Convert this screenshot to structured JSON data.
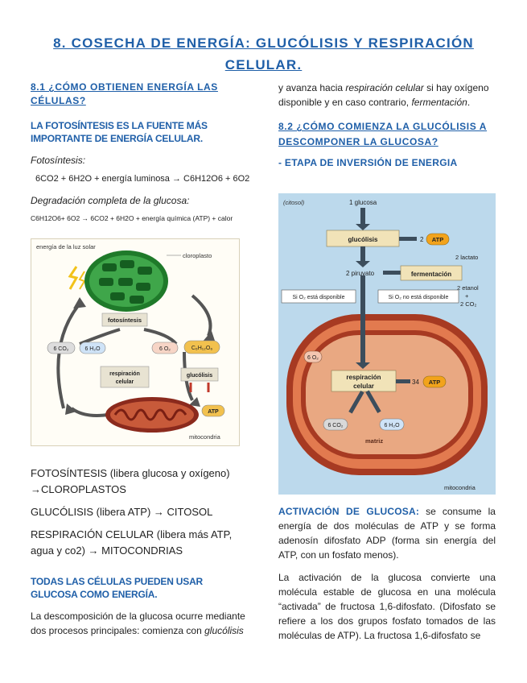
{
  "title": "8. COSECHA DE ENERGÍA: GLUCÓLISIS Y RESPIRACIÓN CELULAR.",
  "left": {
    "h1": "8.1 ¿CÓMO OBTIENEN ENERGÍA LAS CÉLULAS?",
    "h2": "LA FOTOSÍNTESIS ES LA FUENTE MÁS IMPORTANTE DE ENERGÍA CELULAR.",
    "photo_label": "Fotosíntesis:",
    "photo_formula": "6CO2 + 6H2O + energía luminosa → C6H12O6 + 6O2",
    "deg_label": "Degradación completa de la glucosa:",
    "deg_formula": "C6H12O6+ 6O2 → 6CO2 + 6H2O + energía química (ATP) + calor",
    "list1": "FOTOSÍNTESIS (libera glucosa y oxígeno) →CLOROPLASTOS",
    "list2": "GLUCÓLISIS (libera ATP) → CITOSOL",
    "list3": "RESPIRACIÓN CELULAR (libera más ATP, agua y co2) → MITOCONDRIAS",
    "h3": "TODAS LAS CÉLULAS PUEDEN USAR GLUCOSA COMO ENERGÍA.",
    "para_a": "La descomposición de la glucosa ocurre mediante dos procesos principales: comienza con ",
    "para_b": "glucólisis"
  },
  "right": {
    "cont_a": "y avanza hacia ",
    "cont_b": "respiración celular",
    "cont_c": " si hay oxígeno disponible y en caso contrario, ",
    "cont_d": "fermentación",
    "cont_e": ".",
    "h1": "8.2 ¿CÓMO COMIENZA LA GLUCÓLISIS A DESCOMPONER LA GLUCOSA?",
    "h2": "- ETAPA DE INVERSIÓN DE ENERGIA",
    "act_label": "ACTIVACIÓN DE GLUCOSA:",
    "act_text": " se consume la energía de dos moléculas de ATP y se forma adenosín difosfato ADP (forma sin energía del ATP, con un fosfato menos).",
    "para2": "La activación de la glucosa convierte una molécula estable de glucosa en una molécula “activada” de fructosa 1,6-difosfato. (Difosfato se refiere a los dos grupos fosfato tomados de las moléculas de ATP). La fructosa 1,6-difosfato se"
  },
  "fig1": {
    "sun": "energía de la luz solar",
    "chloroplast": "cloroplasto",
    "photosynthesis": "fotosíntesis",
    "co2": "6 CO₂",
    "h2o": "6 H₂O",
    "o2": "6 O₂",
    "glucose": "C₆H₁₂O₆",
    "resp1": "respiración",
    "resp2": "celular",
    "glycolysis": "glucólisis",
    "atp": "ATP",
    "mito": "mitocondria"
  },
  "fig2": {
    "cytosol": "(citosol)",
    "glucose": "1 glucosa",
    "glycolysis": "glucólisis",
    "atp2": "2",
    "atp": "ATP",
    "pyruvate": "2 piruvato",
    "fermentation": "fermentación",
    "lactate": "2 lactato",
    "ethanol": "2 etanol",
    "plus": "+",
    "co2_2": "2 CO₂",
    "o2_yes": "Si O₂ está disponible",
    "o2_no": "Si O₂ no está disponible",
    "o2_6": "6 O₂",
    "resp1": "respiración",
    "resp2": "celular",
    "atp34": "34",
    "co2_6": "6 CO₂",
    "h2o_6": "6 H₂O",
    "matrix": "matriz",
    "mito": "mitocondria"
  }
}
